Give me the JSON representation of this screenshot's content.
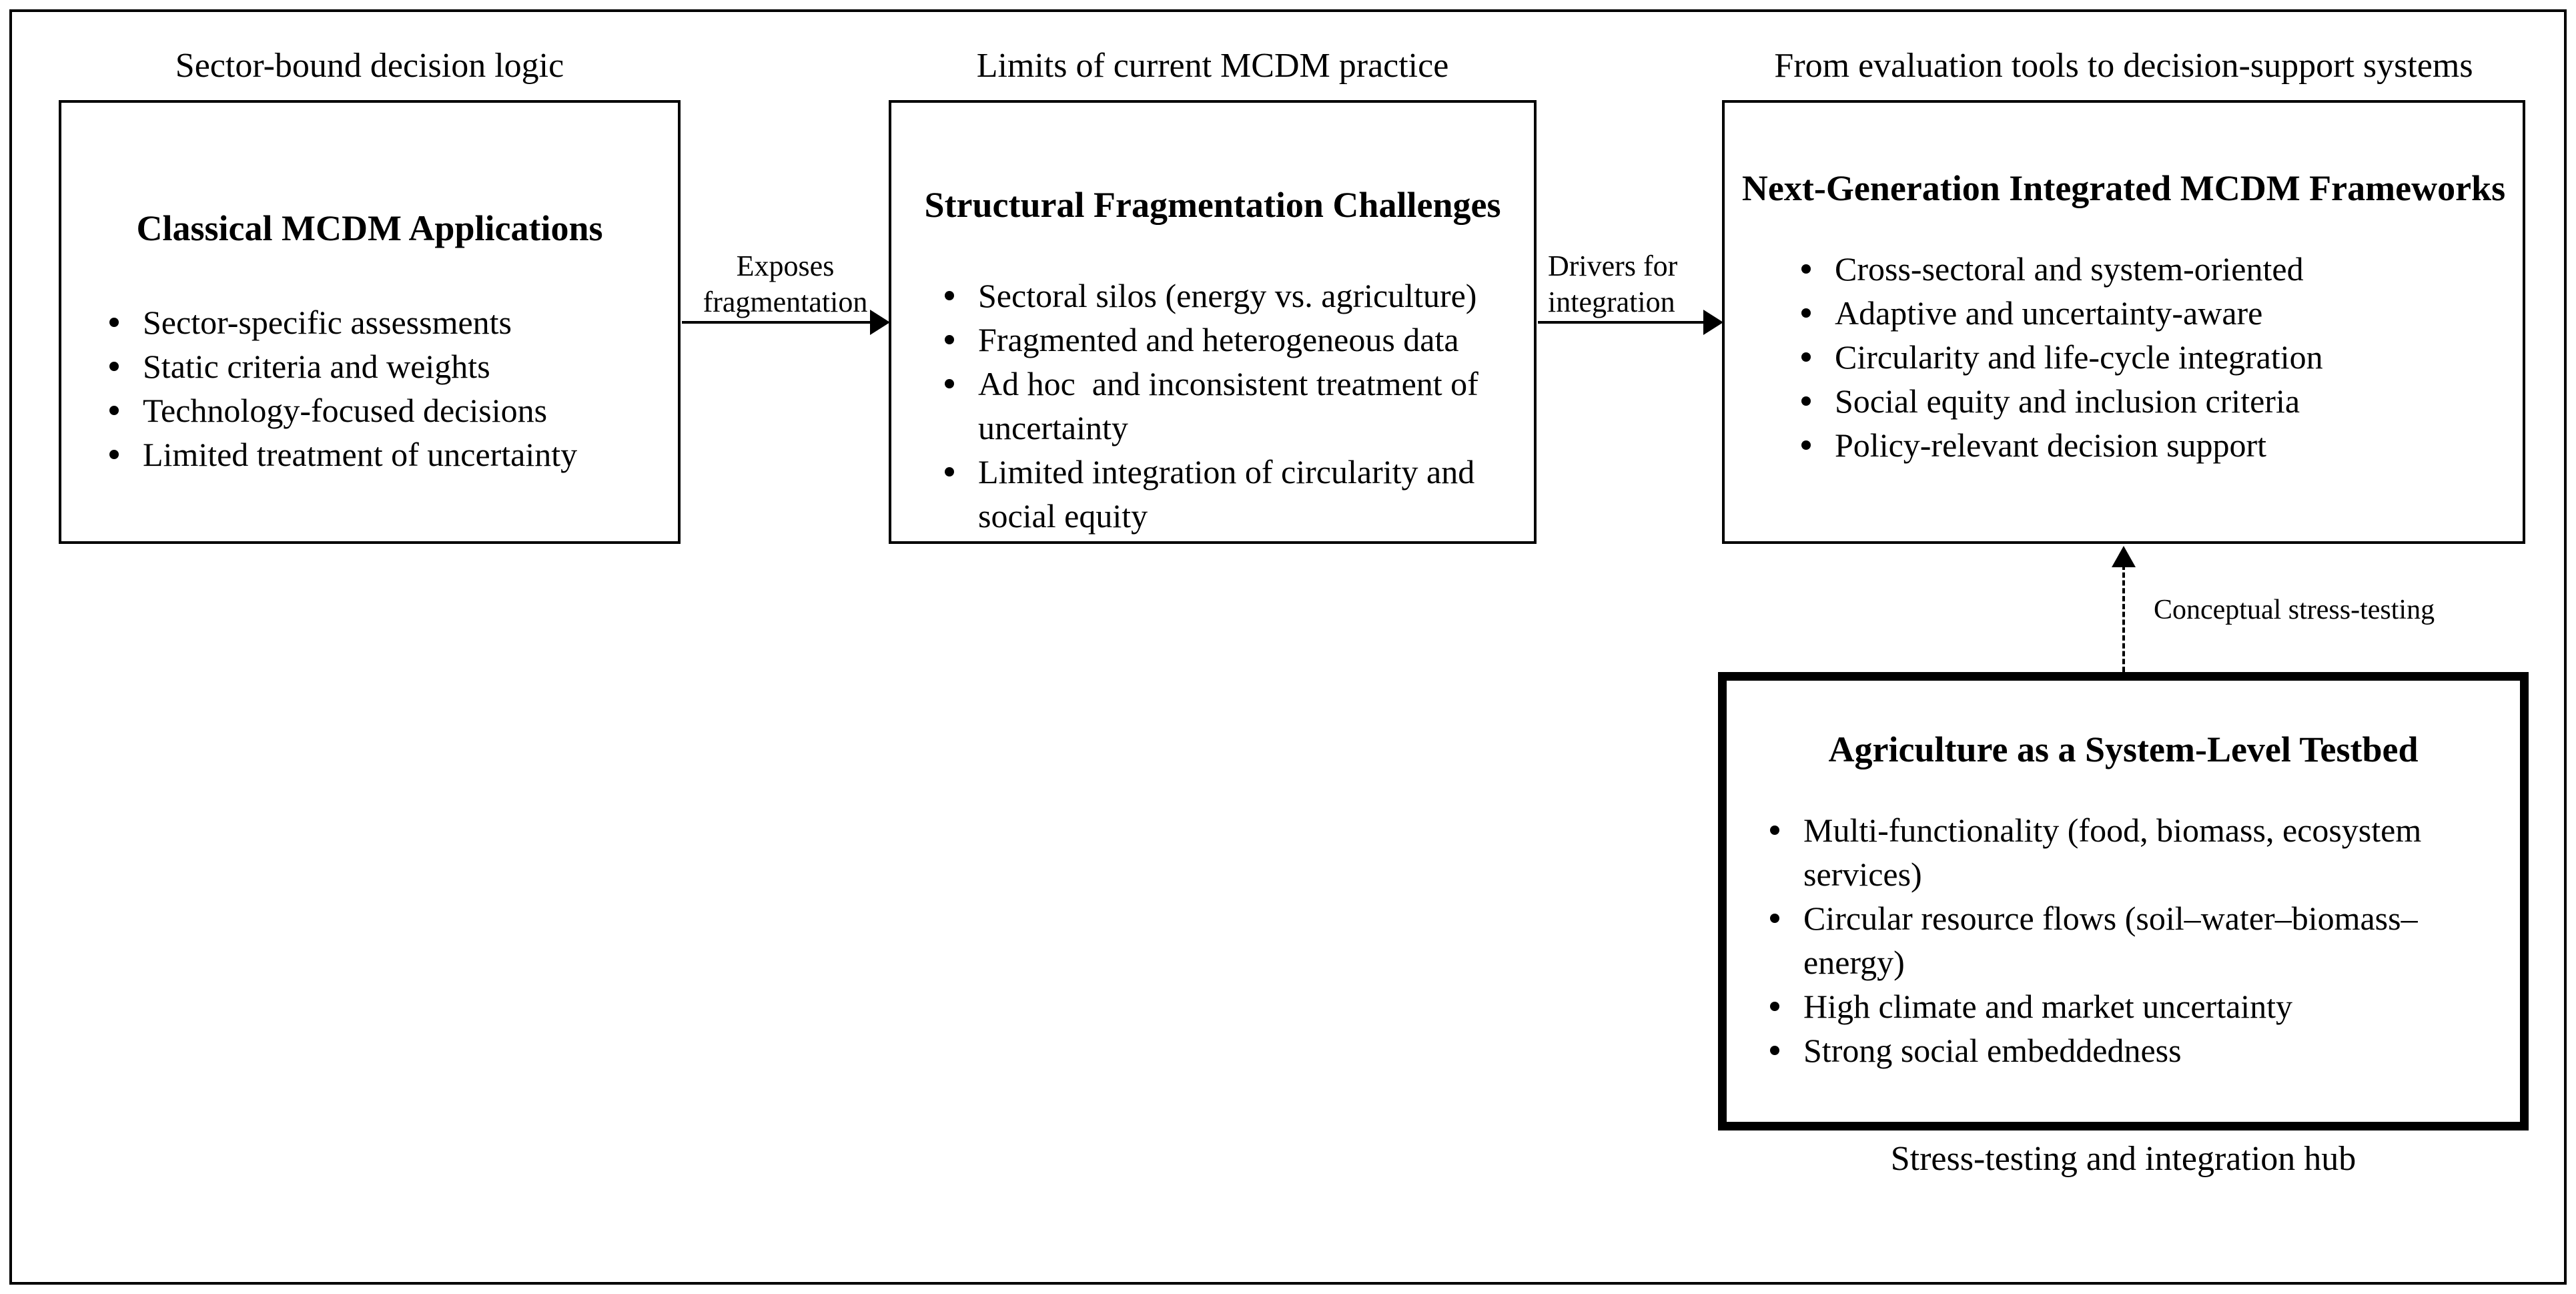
{
  "colors": {
    "line": "#000000",
    "background": "#ffffff"
  },
  "columns": [
    {
      "section_title": "Sector-bound decision logic",
      "box_title": "Classical MCDM Applications",
      "bullets": [
        "Sector-specific assessments",
        "Static criteria and weights",
        "Technology-focused decisions",
        "Limited treatment of uncertainty"
      ]
    },
    {
      "section_title": "Limits of current MCDM practice",
      "box_title": "Structural Fragmentation Challenges",
      "bullets": [
        "Sectoral silos (energy vs. agriculture)",
        "Fragmented and heterogeneous data",
        "Ad hoc  and inconsistent treatment of uncertainty",
        "Limited integration of circularity and social equity"
      ]
    },
    {
      "section_title": "From evaluation tools to decision-support systems",
      "box_title": "Next-Generation Integrated MCDM Frameworks",
      "bullets": [
        "Cross-sectoral and system-oriented",
        "Adaptive and uncertainty-aware",
        "Circularity and life-cycle integration",
        "Social equity and inclusion criteria",
        "Policy-relevant decision support"
      ]
    }
  ],
  "arrow1": {
    "label_line1": "Exposes",
    "label_line2": "fragmentation"
  },
  "arrow2": {
    "label_line1": "Drivers for",
    "label_line2": "integration"
  },
  "dashed_arrow": {
    "label": "Conceptual stress-testing"
  },
  "testbed": {
    "box_title": "Agriculture as a System-Level Testbed",
    "bullets": [
      "Multi-functionality (food, biomass, ecosystem services)",
      "Circular resource flows (soil–water–biomass–energy)",
      "High climate and market uncertainty",
      "Strong social embeddedness"
    ],
    "caption": "Stress-testing and integration hub"
  }
}
